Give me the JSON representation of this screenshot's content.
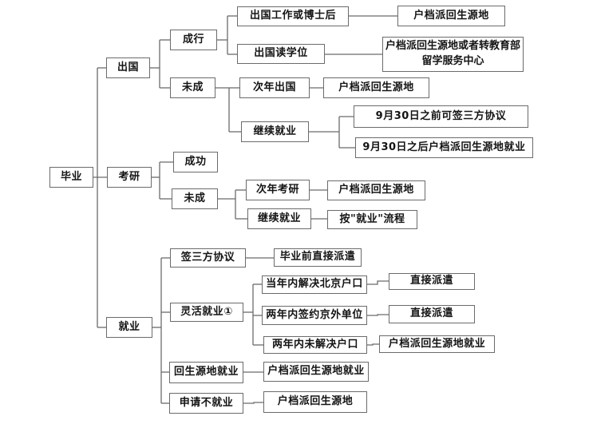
{
  "diagram_type": "tree-flowchart",
  "nodes": {
    "biye": "毕业",
    "chuguo": "出国",
    "kaoyan": "考研",
    "jiuye": "就业",
    "chengxing": "成行",
    "weicheng_chuguo": "未成",
    "chuguo_gongzuo_boshihou": "出国工作或博士后",
    "hudang_shengyuandi_1": "户档派回生源地",
    "chuguo_duxuewei": "出国读学位",
    "hudang_zhuan_jiaoyubu": "户档派回生源地或者转教育部留学服务中心",
    "cinian_chuguo": "次年出国",
    "hudang_shengyuandi_2": "户档派回生源地",
    "jixu_jiuye_1": "继续就业",
    "sep30_before": "9月30日之前可签三方协议",
    "sep30_after": "9月30日之后户档派回生源地就业",
    "chenggong": "成功",
    "weicheng_kaoyan": "未成",
    "cinian_kaoyan": "次年考研",
    "hudang_shengyuandi_3": "户档派回生源地",
    "jixu_jiuye_2": "继续就业",
    "an_jiuye_liucheng": "按\"就业\"流程",
    "qian_sanfang_xieyi": "签三方协议",
    "biyeqian_zhijie_paiqian": "毕业前直接派遣",
    "linghuo_jiuye": "灵活就业①",
    "dangnian_beijing_hukou": "当年内解决北京户口",
    "zhijie_paiqian_1": "直接派遣",
    "liangnian_qianyue_jingwai": "两年内签约京外单位",
    "zhijie_paiqian_2": "直接派遣",
    "liangnian_wei_jiejue_hukou": "两年内未解决户口",
    "hudang_jiuye_1": "户档派回生源地就业",
    "hui_shengyuandi_jiuye": "回生源地就业",
    "hudang_jiuye_2": "户档派回生源地就业",
    "shenqing_bu_jiuye": "申请不就业",
    "hudang_shengyuandi_4": "户档派回生源地"
  },
  "edges": [
    [
      "biye",
      "chuguo"
    ],
    [
      "biye",
      "kaoyan"
    ],
    [
      "biye",
      "jiuye"
    ],
    [
      "chuguo",
      "chengxing"
    ],
    [
      "chuguo",
      "weicheng_chuguo"
    ],
    [
      "chengxing",
      "chuguo_gongzuo_boshihou"
    ],
    [
      "chuguo_gongzuo_boshihou",
      "hudang_shengyuandi_1"
    ],
    [
      "chengxing",
      "chuguo_duxuewei"
    ],
    [
      "chuguo_duxuewei",
      "hudang_zhuan_jiaoyubu"
    ],
    [
      "weicheng_chuguo",
      "cinian_chuguo"
    ],
    [
      "cinian_chuguo",
      "hudang_shengyuandi_2"
    ],
    [
      "weicheng_chuguo",
      "jixu_jiuye_1"
    ],
    [
      "jixu_jiuye_1",
      "sep30_before"
    ],
    [
      "jixu_jiuye_1",
      "sep30_after"
    ],
    [
      "kaoyan",
      "chenggong"
    ],
    [
      "kaoyan",
      "weicheng_kaoyan"
    ],
    [
      "weicheng_kaoyan",
      "cinian_kaoyan"
    ],
    [
      "cinian_kaoyan",
      "hudang_shengyuandi_3"
    ],
    [
      "weicheng_kaoyan",
      "jixu_jiuye_2"
    ],
    [
      "jixu_jiuye_2",
      "an_jiuye_liucheng"
    ],
    [
      "jiuye",
      "qian_sanfang_xieyi"
    ],
    [
      "qian_sanfang_xieyi",
      "biyeqian_zhijie_paiqian"
    ],
    [
      "jiuye",
      "linghuo_jiuye"
    ],
    [
      "linghuo_jiuye",
      "dangnian_beijing_hukou"
    ],
    [
      "dangnian_beijing_hukou",
      "zhijie_paiqian_1"
    ],
    [
      "linghuo_jiuye",
      "liangnian_qianyue_jingwai"
    ],
    [
      "liangnian_qianyue_jingwai",
      "zhijie_paiqian_2"
    ],
    [
      "linghuo_jiuye",
      "liangnian_wei_jiejue_hukou"
    ],
    [
      "liangnian_wei_jiejue_hukou",
      "hudang_jiuye_1"
    ],
    [
      "jiuye",
      "hui_shengyuandi_jiuye"
    ],
    [
      "hui_shengyuandi_jiuye",
      "hudang_jiuye_2"
    ],
    [
      "jiuye",
      "shenqing_bu_jiuye"
    ],
    [
      "shenqing_bu_jiuye",
      "hudang_shengyuandi_4"
    ]
  ],
  "colors": {
    "background": "#ffffff",
    "box_border": "#6b6b6b",
    "connector": "#6b6b6b",
    "text": "#141414"
  }
}
